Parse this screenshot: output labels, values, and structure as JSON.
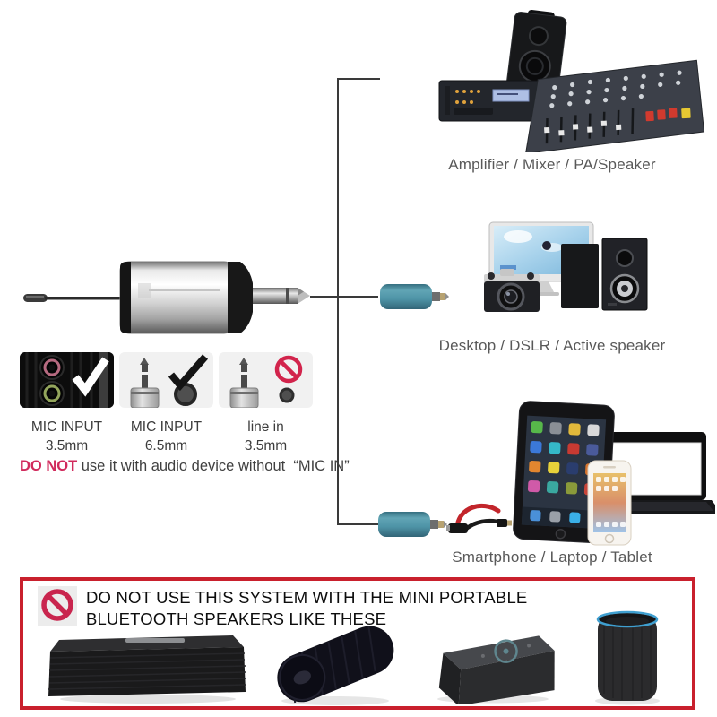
{
  "page": {
    "background": "#ffffff"
  },
  "receiver": {
    "name": "wireless-receiver-with-6.35mm-plug",
    "parts": [
      "antenna",
      "receiver-body",
      "6.35mm-plug"
    ]
  },
  "connections": [
    {
      "label": "Amplifier / Mixer / PA/Speaker",
      "devices": [
        "pa-speaker",
        "rack-amplifier",
        "mixing-console"
      ],
      "adapter": "none"
    },
    {
      "label": "Desktop / DSLR / Active speaker",
      "devices": [
        "desktop-monitor",
        "dslr-camera",
        "bookshelf-speakers"
      ],
      "adapter": "3.5mm-adapter"
    },
    {
      "label": "Smartphone / Laptop / Tablet",
      "devices": [
        "tablet",
        "smartphone",
        "laptop"
      ],
      "adapter": "3.5mm-adapter",
      "extra": "y-splitter-cable"
    }
  ],
  "input_panels": [
    {
      "line1": "MIC INPUT",
      "line2": "3.5mm",
      "mark": "check",
      "photo": "pc-audio-jacks"
    },
    {
      "line1": "MIC INPUT",
      "line2": "6.5mm",
      "mark": "check",
      "photo": "6.35mm-plug-and-port"
    },
    {
      "line1": "line in",
      "line2": "3.5mm",
      "mark": "prohibited",
      "photo": "6.35mm-plug-and-small-port"
    }
  ],
  "mic_warning": {
    "prefix": "DO NOT",
    "rest": " use it with audio device without  “MIC IN”"
  },
  "warning_box": {
    "line1": "DO NOT USE THIS SYSTEM WITH THE MINI PORTABLE",
    "line2": "BLUETOOTH SPEAKERS LIKE THESE",
    "speakers": [
      "soundbar-bluetooth-speaker",
      "cylindrical-bluetooth-speaker",
      "portable-box-speaker",
      "smart-speaker-cylinder"
    ]
  },
  "colors": {
    "accent_red": "#c9202d",
    "warning_text_red": "#d12a5c",
    "adapter_teal": "#4e93a6",
    "caption_gray": "#595959",
    "line_dark": "#3a3a3a"
  }
}
